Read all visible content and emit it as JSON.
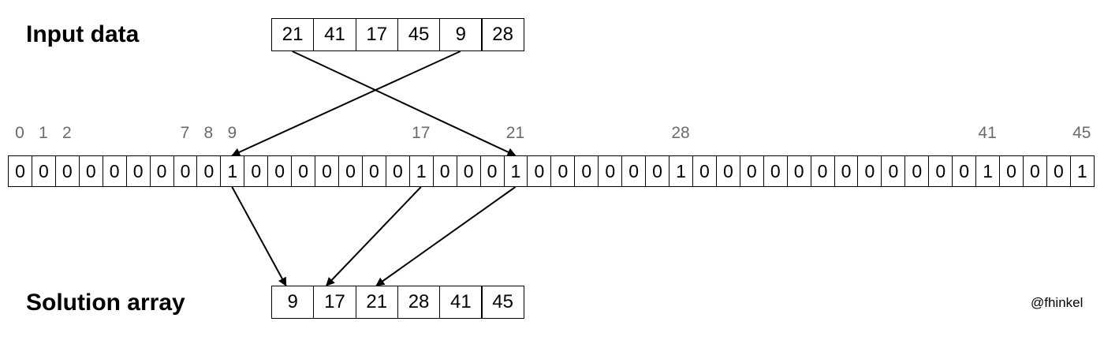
{
  "input_label": "Input data",
  "input_values": [
    "21",
    "41",
    "17",
    "45",
    "9",
    "28"
  ],
  "index_labels": [
    "0",
    "1",
    "2",
    "7",
    "8",
    "9",
    "17",
    "21",
    "28",
    "41",
    "45"
  ],
  "bits": [
    "0",
    "0",
    "0",
    "0",
    "0",
    "0",
    "0",
    "0",
    "0",
    "1",
    "0",
    "0",
    "0",
    "0",
    "0",
    "0",
    "0",
    "1",
    "0",
    "0",
    "0",
    "1",
    "0",
    "0",
    "0",
    "0",
    "0",
    "0",
    "1",
    "0",
    "0",
    "0",
    "0",
    "0",
    "0",
    "0",
    "0",
    "0",
    "0",
    "0",
    "0",
    "1",
    "0",
    "0",
    "0",
    "1"
  ],
  "solution_label": "Solution array",
  "solution_values": [
    "9",
    "17",
    "21",
    "28",
    "41",
    "45"
  ],
  "credit": "@fhinkel"
}
